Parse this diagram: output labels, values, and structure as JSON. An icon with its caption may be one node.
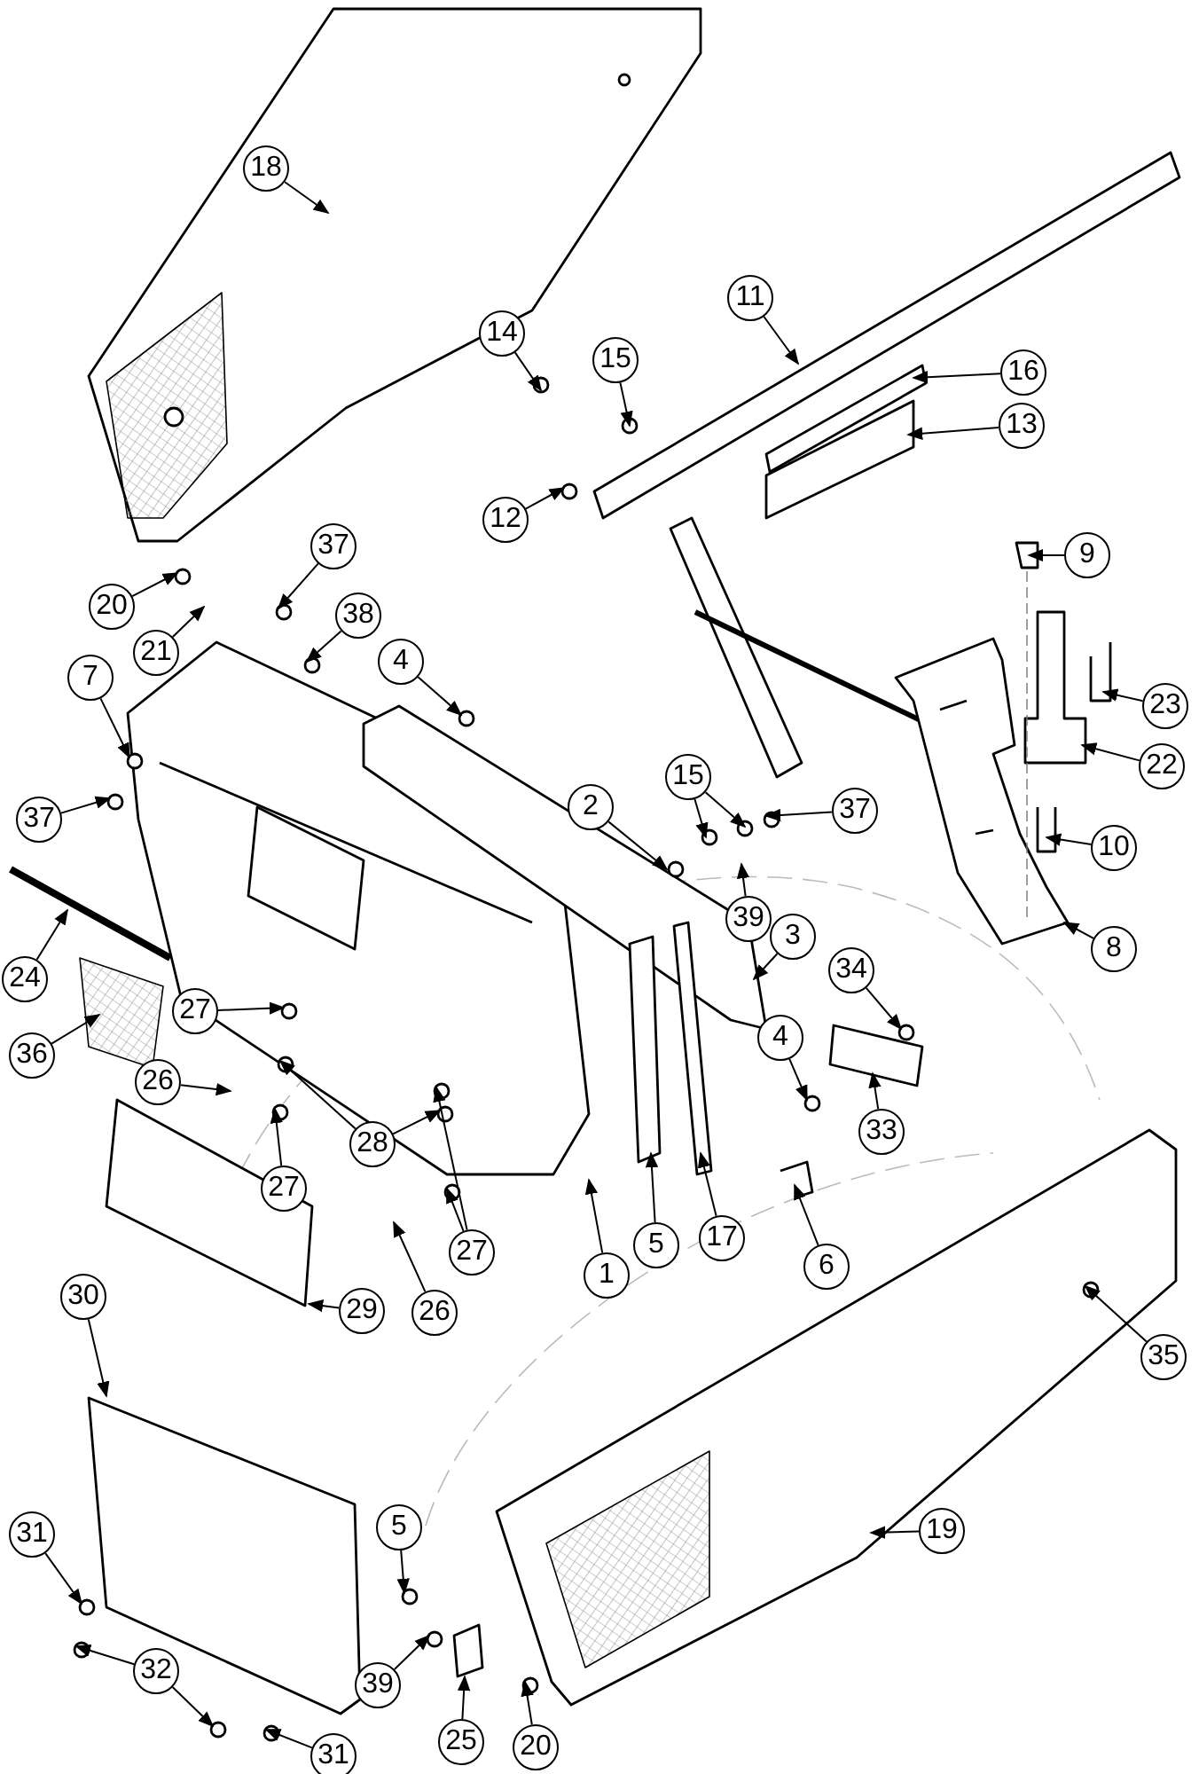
{
  "diagram": {
    "nodes": [
      {
        "text": [
          "18"
        ]
      },
      {
        "text": [
          "11"
        ]
      },
      {
        "text": [
          "14"
        ]
      },
      {
        "text": [
          "15"
        ]
      },
      {
        "text": [
          "16"
        ]
      },
      {
        "text": [
          "13"
        ]
      },
      {
        "text": [
          "12"
        ]
      },
      {
        "text": [
          "37"
        ]
      },
      {
        "text": [
          "9"
        ]
      },
      {
        "text": [
          "20"
        ]
      },
      {
        "text": [
          "38"
        ]
      },
      {
        "text": [
          "21"
        ]
      },
      {
        "text": [
          "4"
        ]
      },
      {
        "text": [
          "7"
        ]
      },
      {
        "text": [
          "23"
        ]
      },
      {
        "text": [
          "22"
        ]
      },
      {
        "text": [
          "2"
        ]
      },
      {
        "text": [
          "15"
        ]
      },
      {
        "text": [
          "37"
        ]
      },
      {
        "text": [
          "10"
        ]
      },
      {
        "text": [
          "37"
        ]
      },
      {
        "text": [
          "39"
        ]
      },
      {
        "text": [
          "3"
        ]
      },
      {
        "text": [
          "8"
        ]
      },
      {
        "text": [
          "24"
        ]
      },
      {
        "text": [
          "34"
        ]
      },
      {
        "text": [
          "36"
        ]
      },
      {
        "text": [
          "27"
        ]
      },
      {
        "text": [
          "4"
        ]
      },
      {
        "text": [
          "26"
        ]
      },
      {
        "text": [
          "28"
        ]
      },
      {
        "text": [
          "33"
        ]
      },
      {
        "text": [
          "27"
        ]
      },
      {
        "text": [
          "27"
        ]
      },
      {
        "text": [
          "1"
        ]
      },
      {
        "text": [
          "5"
        ]
      },
      {
        "text": [
          "17"
        ]
      },
      {
        "text": [
          "6"
        ]
      },
      {
        "text": [
          "26"
        ]
      },
      {
        "text": [
          "29"
        ]
      },
      {
        "text": [
          "30"
        ]
      },
      {
        "text": [
          "35"
        ]
      },
      {
        "text": [
          "19"
        ]
      },
      {
        "text": [
          "31"
        ]
      },
      {
        "text": [
          "5"
        ]
      },
      {
        "text": [
          "39"
        ]
      },
      {
        "text": [
          "32"
        ]
      },
      {
        "text": [
          "25"
        ]
      },
      {
        "text": [
          "20"
        ]
      },
      {
        "text": [
          "31"
        ]
      }
    ],
    "edges": [
      {
        "from": 0,
        "to": null,
        "arrow": "to"
      },
      {
        "from": 1,
        "to": null,
        "arrow": "to"
      },
      {
        "from": 2,
        "to": null,
        "arrow": "to"
      },
      {
        "from": 3,
        "to": null,
        "arrow": "to"
      },
      {
        "from": 4,
        "to": null,
        "arrow": "to"
      },
      {
        "from": 5,
        "to": null,
        "arrow": "to"
      },
      {
        "from": 6,
        "to": null,
        "arrow": "to"
      },
      {
        "from": 7,
        "to": null,
        "arrow": "to"
      },
      {
        "from": 8,
        "to": null,
        "arrow": "to"
      },
      {
        "from": 9,
        "to": null,
        "arrow": "to"
      },
      {
        "from": 10,
        "to": null,
        "arrow": "to"
      },
      {
        "from": 11,
        "to": null,
        "arrow": "to"
      },
      {
        "from": 12,
        "to": null,
        "arrow": "to"
      },
      {
        "from": 13,
        "to": null,
        "arrow": "to"
      },
      {
        "from": 14,
        "to": null,
        "arrow": "to"
      },
      {
        "from": 15,
        "to": null,
        "arrow": "to"
      },
      {
        "from": 16,
        "to": null,
        "arrow": "to"
      },
      {
        "from": 17,
        "to": null,
        "arrow": "to"
      },
      {
        "from": 17,
        "to": null,
        "arrow": "to"
      },
      {
        "from": 18,
        "to": null,
        "arrow": "to"
      },
      {
        "from": 19,
        "to": null,
        "arrow": "to"
      },
      {
        "from": 20,
        "to": null,
        "arrow": "to"
      },
      {
        "from": 21,
        "to": null,
        "arrow": "to"
      },
      {
        "from": 22,
        "to": null,
        "arrow": "to"
      },
      {
        "from": 23,
        "to": null,
        "arrow": "to"
      },
      {
        "from": 24,
        "to": null,
        "arrow": "to"
      },
      {
        "from": 25,
        "to": null,
        "arrow": "to"
      },
      {
        "from": 26,
        "to": null,
        "arrow": "to"
      },
      {
        "from": 27,
        "to": null,
        "arrow": "to"
      },
      {
        "from": 28,
        "to": null,
        "arrow": "to"
      },
      {
        "from": 29,
        "to": null,
        "arrow": "to"
      },
      {
        "from": 30,
        "to": null,
        "arrow": "to"
      },
      {
        "from": 30,
        "to": null,
        "arrow": "to"
      },
      {
        "from": 31,
        "to": null,
        "arrow": "to"
      },
      {
        "from": 32,
        "to": null,
        "arrow": "to"
      },
      {
        "from": 33,
        "to": null,
        "arrow": "to"
      },
      {
        "from": 33,
        "to": null,
        "arrow": "to"
      },
      {
        "from": 34,
        "to": null,
        "arrow": "to"
      },
      {
        "from": 35,
        "to": null,
        "arrow": "to"
      },
      {
        "from": 36,
        "to": null,
        "arrow": "to"
      },
      {
        "from": 37,
        "to": null,
        "arrow": "to"
      },
      {
        "from": 38,
        "to": null,
        "arrow": "to"
      },
      {
        "from": 39,
        "to": null,
        "arrow": "to"
      },
      {
        "from": 40,
        "to": null,
        "arrow": "to"
      },
      {
        "from": 41,
        "to": null,
        "arrow": "to"
      },
      {
        "from": 42,
        "to": null,
        "arrow": "to"
      },
      {
        "from": 43,
        "to": null,
        "arrow": "to"
      },
      {
        "from": 44,
        "to": null,
        "arrow": "to"
      },
      {
        "from": 45,
        "to": null,
        "arrow": "to"
      },
      {
        "from": 46,
        "to": null,
        "arrow": "to"
      },
      {
        "from": 46,
        "to": null,
        "arrow": "to"
      },
      {
        "from": 47,
        "to": null,
        "arrow": "to"
      },
      {
        "from": 48,
        "to": null,
        "arrow": "to"
      },
      {
        "from": 49,
        "to": null,
        "arrow": "to"
      }
    ]
  }
}
